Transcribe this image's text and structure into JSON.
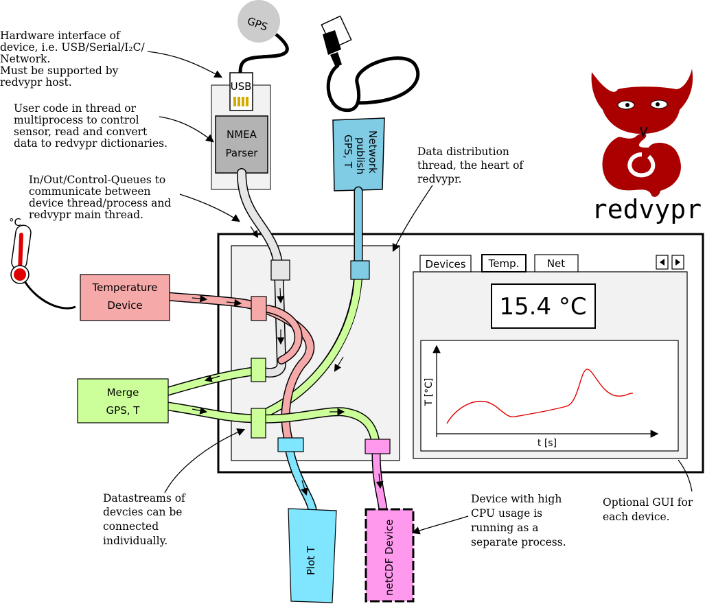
{
  "annotations": {
    "hardware": [
      "Hardware interface of",
      "device, i.e. USB/Serial/I₂C/",
      "Network.",
      "Must be supported by",
      "redvypr host."
    ],
    "usercode": [
      "User code in thread or",
      "multiprocess to control",
      "sensor, read and convert",
      "data to redvypr dictionaries."
    ],
    "queues": [
      "In/Out/Control-Queues to",
      "communicate between",
      "device thread/process and",
      "redvypr main thread."
    ],
    "distribution": [
      "Data distribution",
      "thread, the heart of",
      "redvypr."
    ],
    "datastreams": [
      "Datastreams of",
      "devcies can be",
      "connected",
      "individually."
    ],
    "highcpu": [
      "Device with high",
      "CPU usage is",
      "running as a",
      "separate process."
    ],
    "gui": [
      "Optional GUI for",
      "each device."
    ]
  },
  "devices": {
    "gps_label": "GPS",
    "usb_label": "USB",
    "nmea": [
      "NMEA",
      "Parser"
    ],
    "network": [
      "Network",
      "publish",
      "GPS, T"
    ],
    "temperature": [
      "Temperature",
      "Device"
    ],
    "merge": [
      "Merge",
      "GPS, T"
    ],
    "plot": "Plot T",
    "netcdf": "netCDF Device",
    "thermometer_unit": "°C"
  },
  "gui": {
    "tabs": [
      "Devices",
      "Temp.",
      "Net"
    ],
    "active_tab": "Temp.",
    "readout": "15.4 °C",
    "ylabel": "T [°C]",
    "xlabel": "t [s]"
  },
  "logo": {
    "text": "redvypr"
  },
  "colors": {
    "temperature": "#f5a9a9",
    "merge": "#ccff99",
    "plot": "#80e5ff",
    "netcdf": "#ff99ee",
    "network": "#80cce5",
    "nmea": "#b3b3b3",
    "devil": "#aa0000"
  }
}
